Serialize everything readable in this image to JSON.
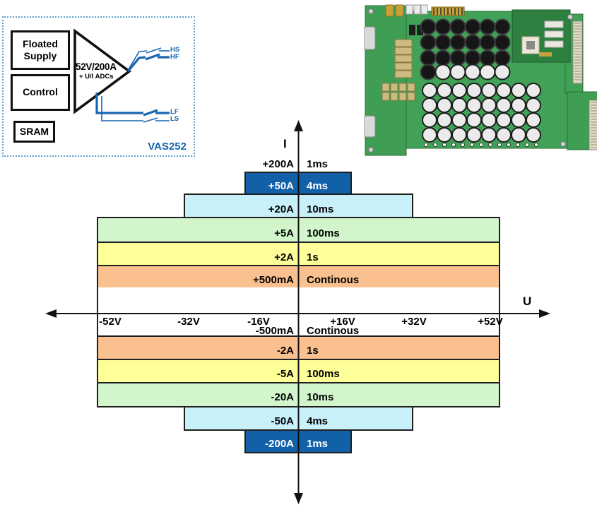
{
  "diagram": {
    "blocks": {
      "supply": "Floated Supply",
      "control": "Control",
      "sram": "SRAM"
    },
    "amplifier_title": "52V/200A",
    "amplifier_subtitle": "+ U/I ADCs",
    "outputs": {
      "hs": "HS",
      "hf": "HF",
      "lf": "LF",
      "ls": "LS"
    },
    "part_label": "VAS252",
    "accent_color": "#1766AE"
  },
  "pcb_photo": {
    "alt": "Green PCB with a bank of black capacitors, a bank of white capacitors, tan relays, gold edge fingers and cream edge connectors"
  },
  "chart_data": {
    "type": "area",
    "title": "",
    "xlabel": "U",
    "ylabel": "I",
    "x_ticks": [
      "-52V",
      "-32V",
      "-16V",
      "+16V",
      "+32V",
      "+52V"
    ],
    "colors": {
      "blue": "#1160A8",
      "cyan": "#C8F0F8",
      "green": "#D2F5CC",
      "yellow": "#FFFF99",
      "orange": "#FAC090"
    },
    "rows": [
      {
        "current": "+200A",
        "duration": "1ms",
        "fill": "none",
        "u_span": ""
      },
      {
        "current": "+50A",
        "duration": "4ms",
        "fill": "#1160A8",
        "u_span": "±16V"
      },
      {
        "current": "+20A",
        "duration": "10ms",
        "fill": "#C8F0F8",
        "u_span": "±32V"
      },
      {
        "current": "+5A",
        "duration": "100ms",
        "fill": "#D2F5CC",
        "u_span": "±52V"
      },
      {
        "current": "+2A",
        "duration": "1s",
        "fill": "#FFFF99",
        "u_span": "±52V"
      },
      {
        "current": "+500mA",
        "duration": "Continous",
        "fill": "#FAC090",
        "u_span": "±52V"
      },
      {
        "current": "-500mA",
        "duration": "Continous",
        "fill": "#FFFFFF",
        "u_span": "±52V"
      },
      {
        "current": "-2A",
        "duration": "1s",
        "fill": "#FAC090",
        "u_span": "±52V"
      },
      {
        "current": "-5A",
        "duration": "100ms",
        "fill": "#FFFF99",
        "u_span": "±52V"
      },
      {
        "current": "-20A",
        "duration": "10ms",
        "fill": "#D2F5CC",
        "u_span": "±52V"
      },
      {
        "current": "-50A",
        "duration": "4ms",
        "fill": "#C8F0F8",
        "u_span": "±32V"
      },
      {
        "current": "-200A",
        "duration": "1ms",
        "fill": "#1160A8",
        "u_span": "±16V"
      }
    ]
  }
}
